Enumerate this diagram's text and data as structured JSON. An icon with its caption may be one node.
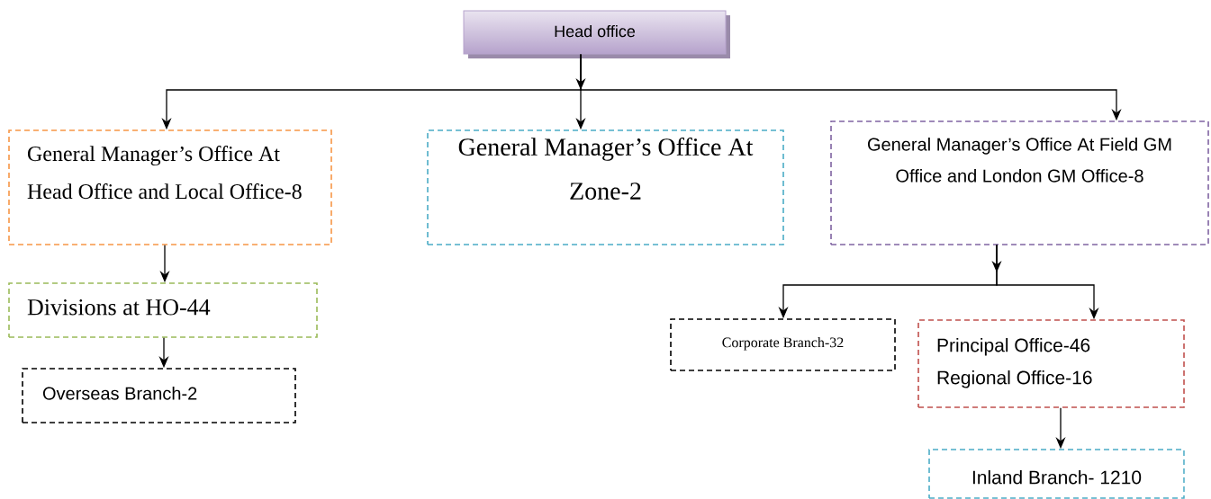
{
  "diagram": {
    "nodes": [
      {
        "text": [
          "Head office"
        ]
      },
      {
        "text": [
          "General Manager’s Office At Head Office and Local Office-8"
        ]
      },
      {
        "text": [
          "General Manager’s Office At Zone-2"
        ]
      },
      {
        "text": [
          "General Manager’s Office At Field GM Office and London GM Office-8"
        ]
      },
      {
        "text": [
          "Divisions at HO-44"
        ]
      },
      {
        "text": [
          "Overseas Branch-2"
        ]
      },
      {
        "text": [
          "Corporate Branch-32"
        ]
      },
      {
        "text": [
          "Principal Office-46",
          "Regional Office-16"
        ]
      },
      {
        "text": [
          "Inland Branch- 1210"
        ]
      }
    ],
    "edges": [
      {
        "from": 0,
        "to": 1,
        "arrow": "to"
      },
      {
        "from": 0,
        "to": 2,
        "arrow": "to"
      },
      {
        "from": 0,
        "to": 3,
        "arrow": "to"
      },
      {
        "from": 1,
        "to": 4,
        "arrow": "to"
      },
      {
        "from": 4,
        "to": 5,
        "arrow": "to"
      },
      {
        "from": 3,
        "to": 6,
        "arrow": "to"
      },
      {
        "from": 3,
        "to": 7,
        "arrow": "to"
      },
      {
        "from": 7,
        "to": 8,
        "arrow": "to"
      }
    ]
  }
}
